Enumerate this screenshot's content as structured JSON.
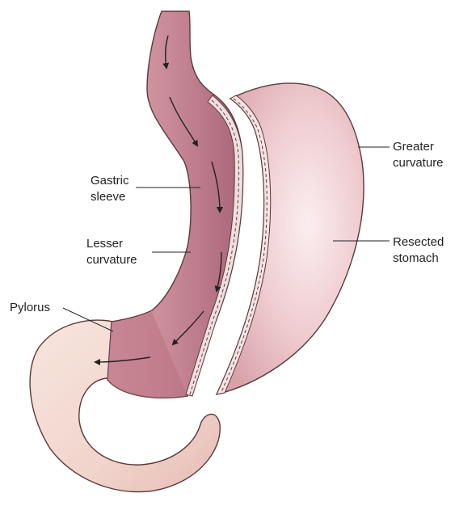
{
  "labels": {
    "gastric_sleeve": {
      "line1": "Gastric",
      "line2": "sleeve"
    },
    "lesser_curvature": {
      "line1": "Lesser",
      "line2": "curvature"
    },
    "pylorus": {
      "line1": "Pylorus"
    },
    "greater_curvature": {
      "line1": "Greater",
      "line2": "curvature"
    },
    "resected_stomach": {
      "line1": "Resected",
      "line2": "stomach"
    }
  },
  "colors": {
    "sleeve": "#c98a98",
    "sleeve_dark": "#b06a7c",
    "resected": "#ecc4c8",
    "intestine": "#f3dcd4",
    "outline": "#5a3a3a",
    "staple_band": "#f1dfe0",
    "text": "#222222"
  }
}
